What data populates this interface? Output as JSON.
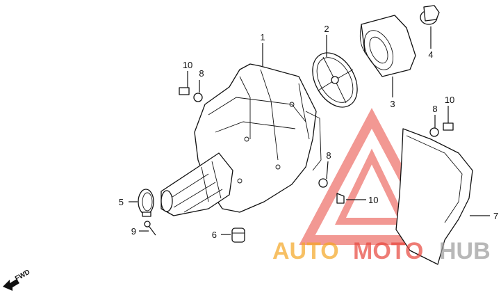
{
  "callouts": {
    "c1": "1",
    "c2": "2",
    "c3": "3",
    "c4": "4",
    "c5": "5",
    "c6": "6",
    "c7": "7",
    "c8a": "8",
    "c8b": "8",
    "c8c": "8",
    "c9": "9",
    "c10a": "10",
    "c10b": "10",
    "c10c": "10"
  },
  "direction": {
    "label": "FWD"
  },
  "watermark": {
    "part1": "AUTO",
    "part2": "MOTO",
    "part3": "HUB",
    "color1": "#f5a623",
    "color2": "#e8453c",
    "color3": "#9b9b9b"
  }
}
